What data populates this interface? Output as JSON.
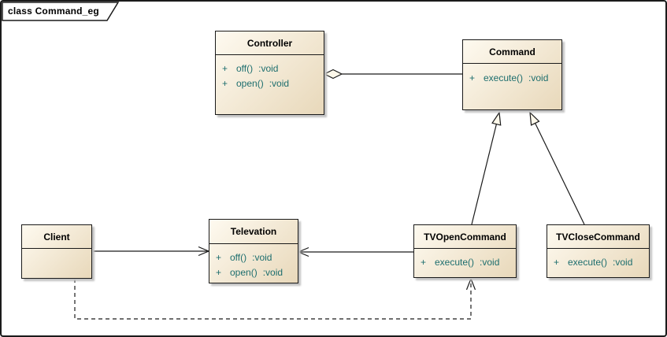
{
  "frame": {
    "label": "class Command_eg"
  },
  "colors": {
    "box_fill_light": "#fefaf0",
    "box_fill_dark": "#e8d8ba",
    "box_border": "#1a1a1a",
    "method_text": "#1d6e6e",
    "title_text": "#000000",
    "shadow": "#c2c2c2",
    "line": "#1a1a1a",
    "background": "#ffffff"
  },
  "classes": [
    {
      "name": "Controller",
      "methods": [
        {
          "vis": "+",
          "sig": "off()",
          "type": ":void"
        },
        {
          "vis": "+",
          "sig": "open()",
          "type": ":void"
        }
      ]
    },
    {
      "name": "Command",
      "methods": [
        {
          "vis": "+",
          "sig": "execute()",
          "type": ":void"
        }
      ]
    },
    {
      "name": "Client",
      "methods": []
    },
    {
      "name": "Televation",
      "methods": [
        {
          "vis": "+",
          "sig": "off()",
          "type": ":void"
        },
        {
          "vis": "+",
          "sig": "open()",
          "type": ":void"
        }
      ]
    },
    {
      "name": "TVOpenCommand",
      "methods": [
        {
          "vis": "+",
          "sig": "execute()",
          "type": ":void"
        }
      ]
    },
    {
      "name": "TVCloseCommand",
      "methods": [
        {
          "vis": "+",
          "sig": "execute()",
          "type": ":void"
        }
      ]
    }
  ],
  "relationships": [
    {
      "type": "aggregation",
      "from": "Controller",
      "to": "Command"
    },
    {
      "type": "generalization",
      "from": "TVOpenCommand",
      "to": "Command"
    },
    {
      "type": "generalization",
      "from": "TVCloseCommand",
      "to": "Command"
    },
    {
      "type": "association",
      "from": "Client",
      "to": "Televation"
    },
    {
      "type": "association",
      "from": "TVOpenCommand",
      "to": "Televation"
    },
    {
      "type": "dependency",
      "from": "Client",
      "to": "TVOpenCommand",
      "style": "dashed"
    }
  ]
}
